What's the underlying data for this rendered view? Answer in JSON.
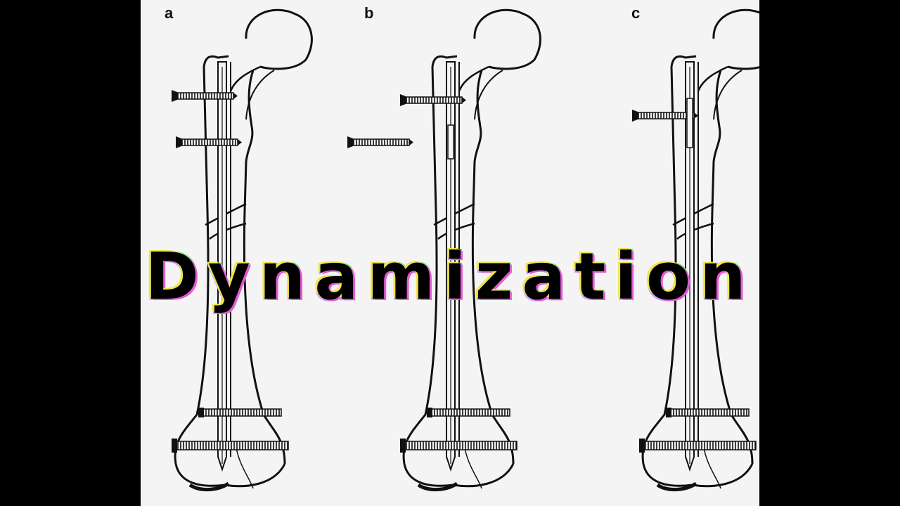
{
  "panels": [
    {
      "label": "a"
    },
    {
      "label": "b"
    },
    {
      "label": "c"
    }
  ],
  "title": "Dynamization",
  "colors": {
    "background": "#000000",
    "paper": "#f4f4f4",
    "ink": "#111111",
    "title_outline_yellow": "#f0e44a",
    "title_outline_magenta": "#e45ad6",
    "title_outline_green": "#7fe08a"
  }
}
